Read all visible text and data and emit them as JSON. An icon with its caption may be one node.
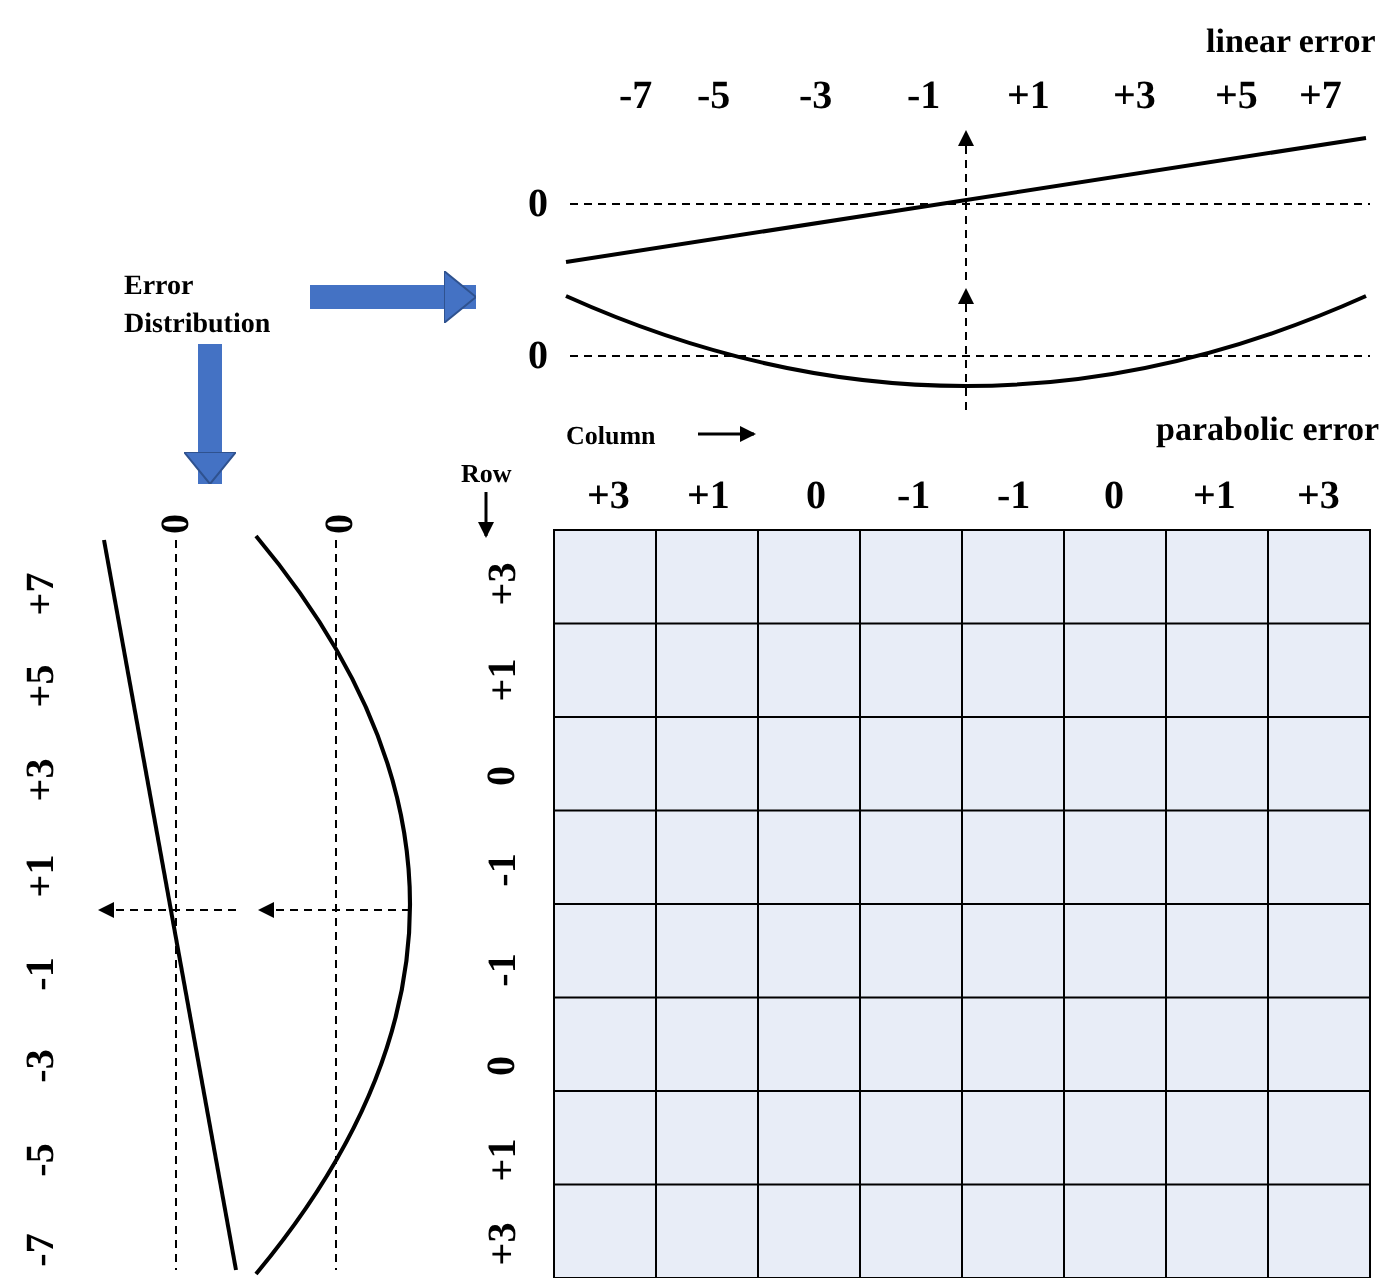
{
  "diagram": {
    "nodes": [
      {
        "text": [
          "Error Distribution"
        ]
      },
      {
        "text": [],
        "shape": "picture"
      },
      {
        "text": [],
        "shape": "picture"
      }
    ],
    "edges": [
      {
        "from": 0,
        "to": 1,
        "arrow": "to"
      },
      {
        "from": 0,
        "to": 2,
        "arrow": "to"
      }
    ],
    "labels": [
      "linear error",
      "-7",
      "-5",
      "-3",
      "-1",
      "+1",
      "+3",
      "+5",
      "+7",
      "0",
      "0",
      "Column",
      "Row",
      "parabolic error",
      "+3",
      "+1",
      "0",
      "-1",
      "-1",
      "0",
      "+1",
      "+3",
      "0",
      "0",
      "+7",
      "+5",
      "+3",
      "+1",
      "-1",
      "-3",
      "-5",
      "-7",
      "+3",
      "+1",
      "0",
      "-1",
      "-1",
      "0",
      "+1",
      "+3"
    ]
  }
}
